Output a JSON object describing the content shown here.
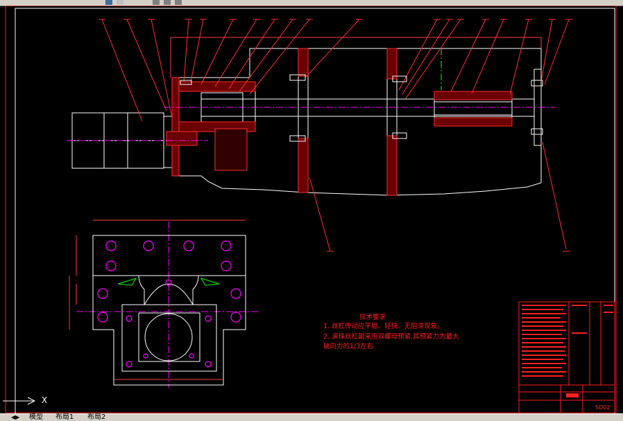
{
  "window": {
    "title": ""
  },
  "drawing": {
    "tech_title": "技术要求",
    "tech_line1": "1. 丝杠传动应平稳、轻快、无阻滞现象。",
    "tech_line2": "2. 滚珠丝杠副采用双螺母预紧,其预紧力为最大",
    "tech_line3": "轴向力的1/3左右",
    "sheet_id": "SD02",
    "ucs_axis_label": "X"
  },
  "tabs": [
    {
      "label": "模型"
    },
    {
      "label": "布局1"
    },
    {
      "label": "布局2"
    }
  ],
  "colors": {
    "background": "#000000",
    "line_white": "#ffffff",
    "line_red": "#ff2020",
    "hatch": "#ff3030",
    "center_line": "#ff00ff",
    "dim_line": "#ff4040",
    "arrow_green": "#00ff00"
  }
}
